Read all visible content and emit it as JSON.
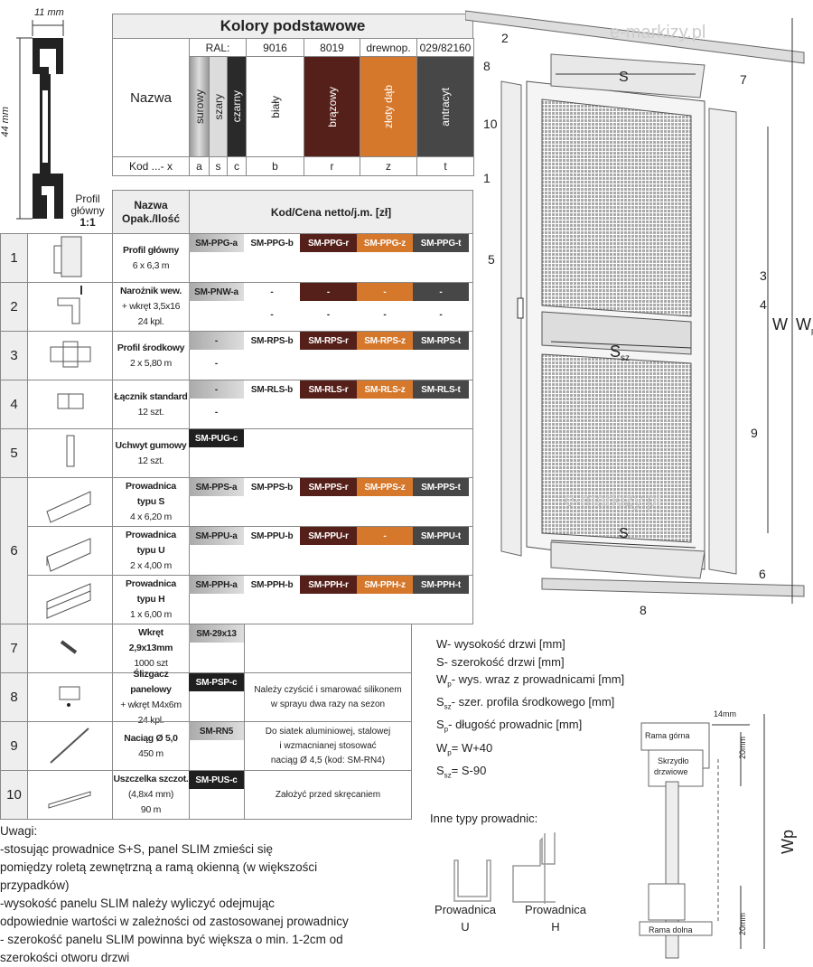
{
  "profile": {
    "width_label": "11 mm",
    "height_label": "44 mm",
    "caption": [
      "Profil",
      "główny",
      "1:1"
    ]
  },
  "colors": {
    "title": "Kolory podstawowe",
    "nazwa": "Nazwa",
    "kod_label": "Kod ...- x",
    "ral_label": "RAL:",
    "columns": [
      {
        "name": "surowy",
        "ral": "",
        "code": "a",
        "color": "#b8b8b8"
      },
      {
        "name": "szary",
        "ral": "",
        "code": "s",
        "color": "#dcdcdc"
      },
      {
        "name": "czarny",
        "ral": "",
        "code": "c",
        "color": "#2a2a2a"
      },
      {
        "name": "biały",
        "ral": "9016",
        "code": "b",
        "color": "#ffffff"
      },
      {
        "name": "brązowy",
        "ral": "8019",
        "code": "r",
        "color": "#56201a"
      },
      {
        "name": "złoty dąb",
        "ral": "drewnop.",
        "code": "z",
        "color": "#d6782c"
      },
      {
        "name": "antracyt",
        "ral": "029/82160",
        "code": "t",
        "color": "#474747"
      }
    ]
  },
  "table": {
    "header_name": [
      "Nazwa",
      "Opak./Ilość"
    ],
    "header_code": "Kod/Cena netto/j.m. [zł]",
    "col_colors": {
      "a": "#b5b5b5",
      "b": "#ffffff",
      "r": "#56201a",
      "z": "#d6782c",
      "t": "#474747",
      "c": "#1f1f1f"
    },
    "rows": [
      {
        "num": "1",
        "icon": "main-profile",
        "name": [
          "Profil główny",
          "6 x 6,3 m"
        ],
        "codes": [
          "SM-PPG-a",
          "SM-PPG-b",
          "SM-PPG-r",
          "SM-PPG-z",
          "SM-PPG-t"
        ]
      },
      {
        "num": "2",
        "icon": "corner-bracket",
        "name": [
          "Narożnik wew.",
          "+ wkręt 3,5x16",
          "24 kpl."
        ],
        "codes": [
          "SM-PNW-a",
          "-",
          "-",
          "-",
          "-"
        ],
        "codes2": [
          null,
          "-",
          "-",
          "-",
          "-"
        ]
      },
      {
        "num": "3",
        "icon": "middle-profile",
        "name": [
          "Profil środkowy",
          "2 x 5,80 m"
        ],
        "codes": [
          "-",
          "SM-RPS-b",
          "SM-RPS-r",
          "SM-RPS-z",
          "SM-RPS-t"
        ],
        "codes2": [
          "-"
        ]
      },
      {
        "num": "4",
        "icon": "connector",
        "name": [
          "Łącznik standard",
          "12 szt."
        ],
        "codes": [
          "-",
          "SM-RLS-b",
          "SM-RLS-r",
          "SM-RLS-z",
          "SM-RLS-t"
        ],
        "codes2": [
          "-"
        ]
      },
      {
        "num": "5",
        "icon": "rubber-handle",
        "name": [
          "Uchwyt gumowy",
          "12 szt."
        ],
        "codes": [
          "SM-PUG-c"
        ],
        "black": true
      },
      {
        "num": "6",
        "icon": "guide-s",
        "name": [
          "Prowadnica",
          "typu S",
          "4 x 6,20 m"
        ],
        "codes": [
          "SM-PPS-a",
          "SM-PPS-b",
          "SM-PPS-r",
          "SM-PPS-z",
          "SM-PPS-t"
        ]
      },
      {
        "num": "",
        "icon": "guide-u",
        "name": [
          "Prowadnica",
          "typu U",
          "2 x 4,00 m"
        ],
        "codes": [
          "SM-PPU-a",
          "SM-PPU-b",
          "SM-PPU-r",
          "-",
          "SM-PPU-t"
        ]
      },
      {
        "num": "",
        "icon": "guide-h",
        "name": [
          "Prowadnica",
          "typu H",
          "1 x 6,00 m"
        ],
        "codes": [
          "SM-PPH-a",
          "SM-PPH-b",
          "SM-PPH-r",
          "SM-PPH-z",
          "SM-PPH-t"
        ]
      },
      {
        "num": "7",
        "icon": "screw",
        "name": [
          "Wkręt",
          "2,9x13mm",
          "1000 szt"
        ],
        "codes": [
          "SM-29x13"
        ],
        "note": []
      },
      {
        "num": "8",
        "icon": "panel-slider",
        "name": [
          "Ślizgacz panelowy",
          "+ wkręt M4x6m",
          "24 kpl."
        ],
        "codes": [
          "SM-PSP-c"
        ],
        "black": true,
        "note": [
          "Należy czyścić i smarować silikonem",
          "w sprayu dwa razy na sezon"
        ]
      },
      {
        "num": "9",
        "icon": "tension-cord",
        "name": [
          "Naciąg  Ø 5,0",
          "450 m"
        ],
        "codes": [
          "SM-RN5"
        ],
        "note": [
          "Do siatek aluminiowej, stalowej",
          "i wzmacnianej stosować",
          "naciąg  Ø 4,5 (kod: SM-RN4)"
        ]
      },
      {
        "num": "10",
        "icon": "brush-seal",
        "name": [
          "Uszczelka szczot.",
          "(4,8x4 mm)",
          "90 m"
        ],
        "codes": [
          "SM-PUS-c"
        ],
        "black": true,
        "note": [
          "Założyć przed skręcaniem"
        ]
      }
    ]
  },
  "diagram": {
    "watermark": "e-markizy.pl",
    "labels": [
      "1",
      "2",
      "3",
      "4",
      "5",
      "6",
      "7",
      "8",
      "8",
      "9",
      "10"
    ],
    "dims": {
      "s": "S",
      "ssz": "S",
      "ssz_sub": "sz",
      "w": "W",
      "wp": "W",
      "wp_sub": "p"
    }
  },
  "legend": [
    {
      "sym": "W",
      "sub": "",
      "text": "- wysokość drzwi [mm]"
    },
    {
      "sym": "S",
      "sub": "",
      "text": "- szerokość drzwi [mm]"
    },
    {
      "sym": "W",
      "sub": "p",
      "text": "- wys. wraz z prowadnicami [mm]"
    },
    {
      "sym": "S",
      "sub": "sz",
      "text": "- szer. profila środkowego [mm]"
    },
    {
      "sym": "S",
      "sub": "p",
      "text": "- długość prowadnic [mm]"
    }
  ],
  "formulas": [
    {
      "sym": "W",
      "sub": "p",
      "text": "= W+40"
    },
    {
      "sym": "S",
      "sub": "sz",
      "text": "= S-90"
    }
  ],
  "other_guides": {
    "title": "Inne typy prowadnic:",
    "u": [
      "Prowadnica",
      "U"
    ],
    "h": [
      "Prowadnica",
      "H"
    ]
  },
  "section": {
    "top_frame": "Rama górna",
    "sash": [
      "Skrzydło",
      "drzwiowe"
    ],
    "bottom_frame": "Rama dolna",
    "dim_14": "14mm",
    "dim_20a": "20mm",
    "dim_20b": "20mm",
    "wp": "W",
    "wp_sub": "p"
  },
  "notes": [
    "Uwagi:",
    "-stosując prowadnice S+S, panel SLIM zmieści się",
    "pomiędzy roletą zewnętrzną a ramą okienną (w większości",
    "przypadków)",
    "-wysokość panelu SLIM należy wyliczyć odejmując",
    "odpowiednie wartości w zależności od zastosowanej prowadnicy",
    "- szerokość panelu SLIM powinna być większa o min. 1-2cm od",
    "szerokości otworu drzwi"
  ]
}
